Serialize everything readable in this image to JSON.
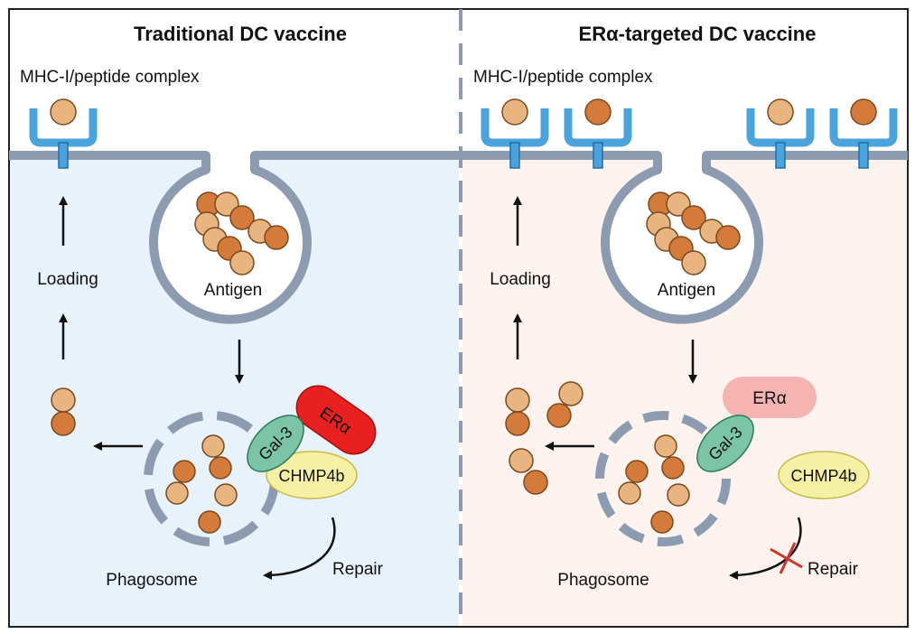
{
  "left_panel": {
    "title": "Traditional DC vaccine",
    "mhc_label": "MHC-I/peptide complex",
    "loading_label": "Loading",
    "antigen_label": "Antigen",
    "phagosome_label": "Phagosome",
    "repair_label": "Repair",
    "gal3_label": "Gal-3",
    "chmp4b_label": "CHMP4b",
    "era_label": "ERα"
  },
  "right_panel": {
    "title": "ERα-targeted DC vaccine",
    "mhc_label": "MHC-I/peptide complex",
    "loading_label": "Loading",
    "antigen_label": "Antigen",
    "phagosome_label": "Phagosome",
    "repair_label": "Repair",
    "gal3_label": "Gal-3",
    "chmp4b_label": "CHMP4b",
    "era_label": "ERα"
  },
  "colors": {
    "left_cytoplasm": "#e8f2fb",
    "right_cytoplasm": "#fcf3ee",
    "membrane": "#8d9bb0",
    "mhc": "#4aa3dc",
    "antigen_dark": "#d47a3a",
    "antigen_light": "#e8b47f",
    "gal3": "#7cc4a6",
    "chmp4b": "#f6f0a4",
    "era_active": "#e8201f",
    "era_inactive": "#f5b4b0",
    "repair_block": "#d0342c"
  }
}
